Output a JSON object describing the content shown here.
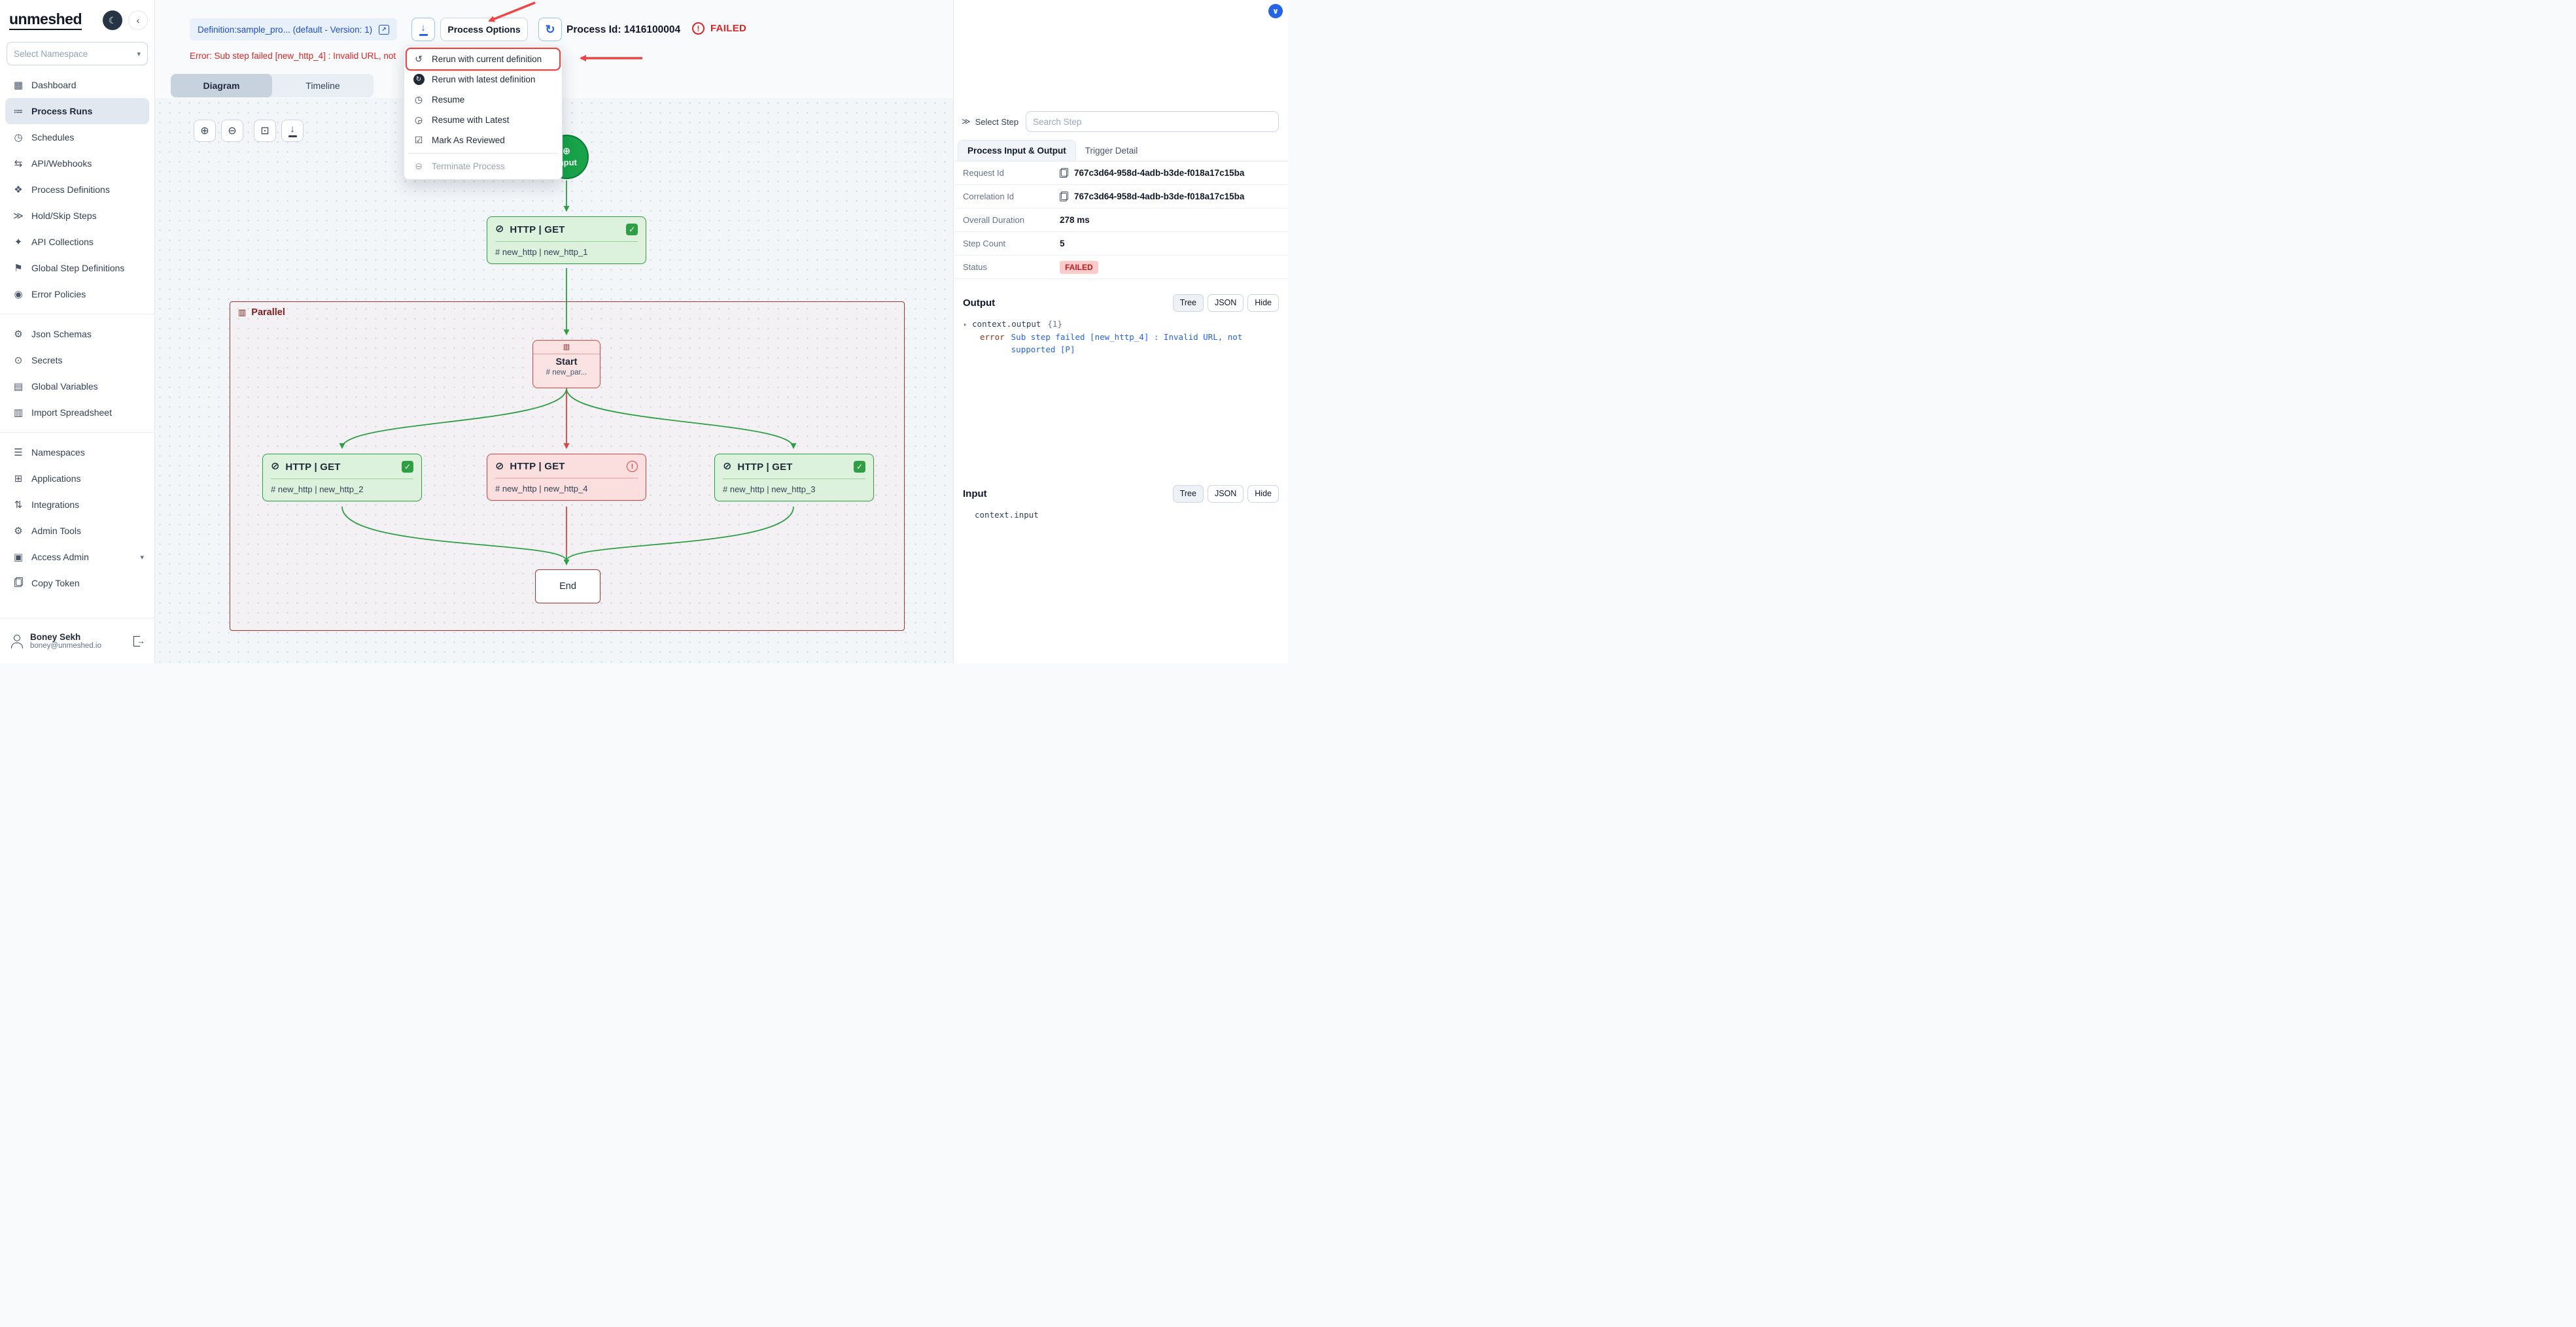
{
  "app": {
    "logo": "unmeshed",
    "namespace_placeholder": "Select Namespace"
  },
  "icons": {
    "moon": "☾",
    "collapse": "‹",
    "chevron_down": "▾",
    "dashboard": "▦",
    "process_runs": "≔",
    "schedules": "◷",
    "api_webhooks": "⇆",
    "process_definitions": "❖",
    "hold_skip": "≫",
    "api_collections": "✦",
    "global_step": "⚑",
    "error_policies": "◉",
    "json_schemas": "⚙",
    "secrets": "⊙",
    "global_variables": "▤",
    "import_spreadsheet": "▥",
    "namespaces": "☰",
    "applications": "⊞",
    "integrations": "⇅",
    "admin_tools": "⚙",
    "access_admin": "▣",
    "external_link": "↗",
    "refresh": "↻",
    "zoom_in": "⊕",
    "zoom_out": "⊖",
    "fit": "⊡",
    "node_http": "⊘",
    "node_check": "✓",
    "failed_mark": "!",
    "input_plus": "⊕",
    "parallel": "▥",
    "start_node": "▥",
    "select_step": "≫",
    "tree_caret": "▾",
    "badge_check": "∨",
    "menu_rerun_current": "↺",
    "menu_rerun_latest": "↻",
    "menu_resume": "◷",
    "menu_resume_latest": "◶",
    "menu_mark_reviewed": "☑",
    "menu_terminate": "⊖"
  },
  "sidebar": {
    "items": [
      {
        "label": "Dashboard"
      },
      {
        "label": "Process Runs"
      },
      {
        "label": "Schedules"
      },
      {
        "label": "API/Webhooks"
      },
      {
        "label": "Process Definitions"
      },
      {
        "label": "Hold/Skip Steps"
      },
      {
        "label": "API Collections"
      },
      {
        "label": "Global Step Definitions"
      },
      {
        "label": "Error Policies"
      },
      {
        "label": "Json Schemas"
      },
      {
        "label": "Secrets"
      },
      {
        "label": "Global Variables"
      },
      {
        "label": "Import Spreadsheet"
      },
      {
        "label": "Namespaces"
      },
      {
        "label": "Applications"
      },
      {
        "label": "Integrations"
      },
      {
        "label": "Admin Tools"
      },
      {
        "label": "Access Admin"
      },
      {
        "label": "Copy Token"
      }
    ],
    "user": {
      "name": "Boney Sekh",
      "email": "boney@unmeshed.io"
    }
  },
  "header": {
    "definition_link": "Definition:sample_pro... (default - Version: 1)",
    "process_options": "Process Options",
    "process_id": "Process Id: 1416100004",
    "status": "FAILED",
    "error_text": "Error: Sub step failed [new_http_4] : Invalid URL, not"
  },
  "tabs": {
    "diagram": "Diagram",
    "timeline": "Timeline"
  },
  "menu": {
    "items": [
      {
        "label": "Rerun with current definition"
      },
      {
        "label": "Rerun with latest definition"
      },
      {
        "label": "Resume"
      },
      {
        "label": "Resume with Latest"
      },
      {
        "label": "Mark As Reviewed"
      },
      {
        "label": "Terminate Process"
      }
    ]
  },
  "diagram": {
    "input_label": "Input",
    "parallel_label": "Parallel",
    "start": {
      "label": "Start",
      "ref": "# new_par..."
    },
    "http1": {
      "title": "HTTP | GET",
      "ref": "# new_http | new_http_1"
    },
    "http2": {
      "title": "HTTP | GET",
      "ref": "# new_http | new_http_2"
    },
    "http4": {
      "title": "HTTP | GET",
      "ref": "# new_http | new_http_4"
    },
    "http3": {
      "title": "HTTP | GET",
      "ref": "# new_http | new_http_3"
    },
    "end_label": "End"
  },
  "panel": {
    "select_step": "Select Step",
    "search_placeholder": "Search Step",
    "tab_io": "Process Input & Output",
    "tab_trigger": "Trigger Detail",
    "rows": [
      {
        "label": "Request Id",
        "value": "767c3d64-958d-4adb-b3de-f018a17c15ba"
      },
      {
        "label": "Correlation Id",
        "value": "767c3d64-958d-4adb-b3de-f018a17c15ba"
      },
      {
        "label": "Overall Duration",
        "value": "278 ms"
      },
      {
        "label": "Step Count",
        "value": "5"
      },
      {
        "label": "Status",
        "value": "FAILED"
      }
    ],
    "output": {
      "title": "Output",
      "btn_tree": "Tree",
      "btn_json": "JSON",
      "btn_hide": "Hide",
      "root": "context.output",
      "count": "{1}",
      "error_key": "error",
      "error_value": "Sub step failed [new_http_4] : Invalid URL, not supported [P]"
    },
    "input": {
      "title": "Input",
      "btn_tree": "Tree",
      "btn_json": "JSON",
      "btn_hide": "Hide",
      "root": "context.input"
    }
  }
}
